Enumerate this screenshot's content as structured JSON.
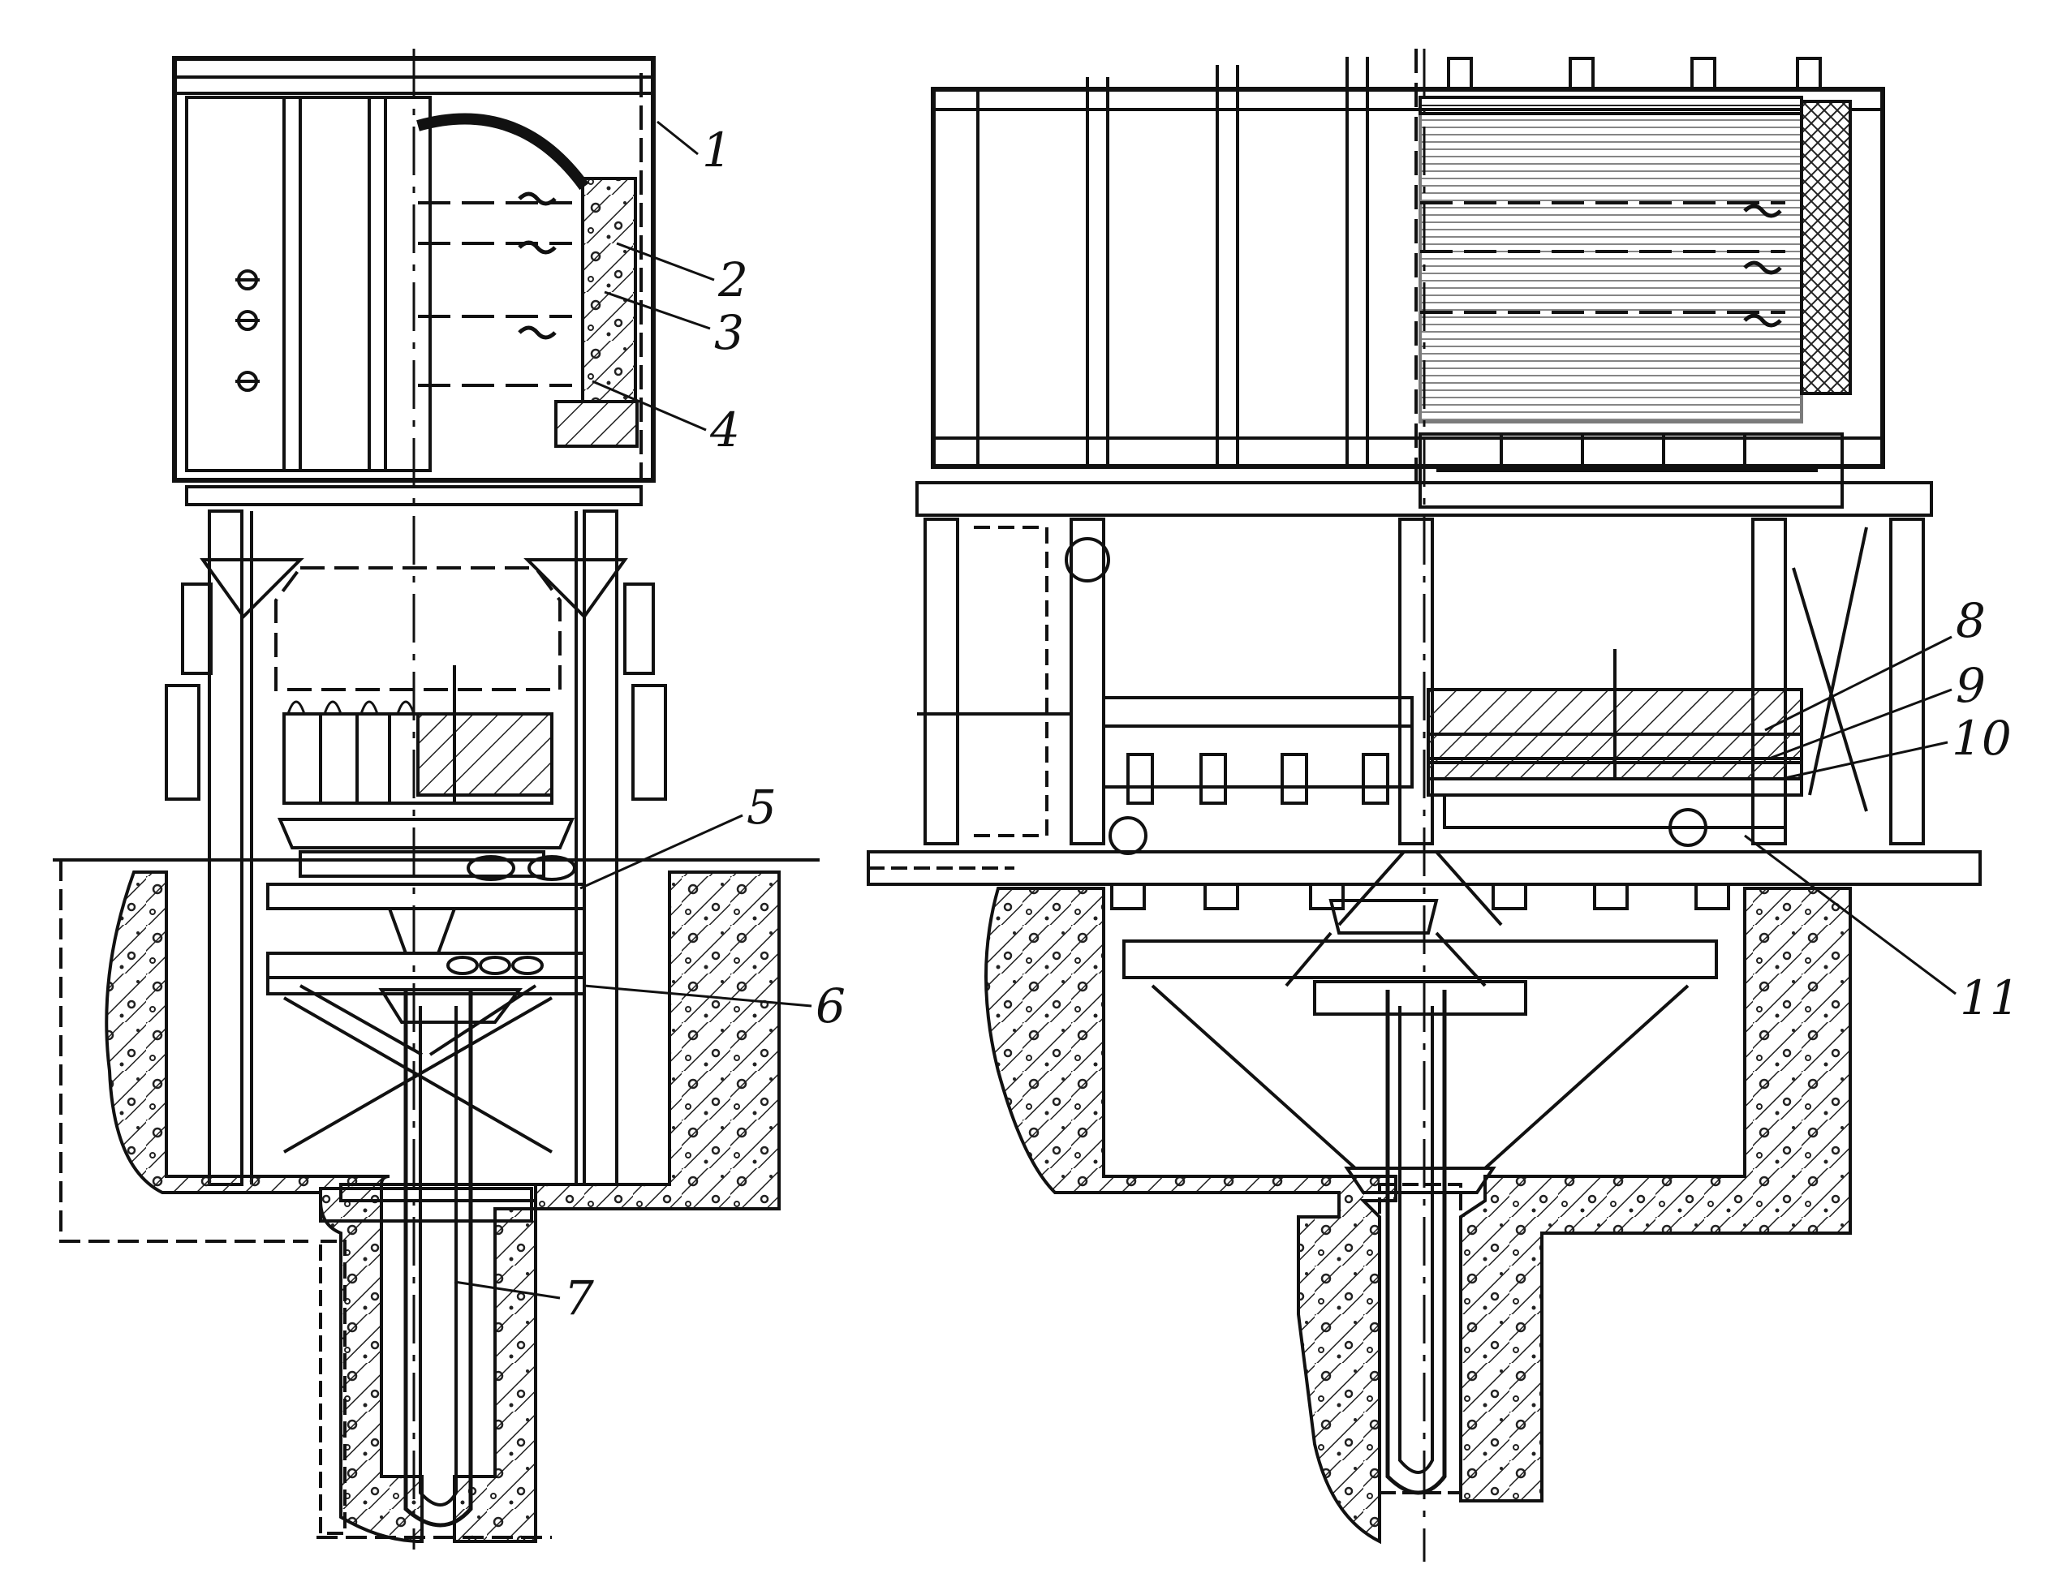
{
  "figure": {
    "colors": {
      "ink": "#111111",
      "paper": "#ffffff",
      "hatch": "#222222"
    },
    "left_view": {
      "callouts": [
        {
          "id": "c1",
          "label": "1"
        },
        {
          "id": "c2",
          "label": "2"
        },
        {
          "id": "c3",
          "label": "3"
        },
        {
          "id": "c4",
          "label": "4"
        },
        {
          "id": "c5",
          "label": "5"
        },
        {
          "id": "c6",
          "label": "6"
        },
        {
          "id": "c7",
          "label": "7"
        }
      ]
    },
    "right_view": {
      "callouts": [
        {
          "id": "c8",
          "label": "8"
        },
        {
          "id": "c9",
          "label": "9"
        },
        {
          "id": "c10",
          "label": "10"
        },
        {
          "id": "c11",
          "label": "11"
        }
      ]
    }
  }
}
